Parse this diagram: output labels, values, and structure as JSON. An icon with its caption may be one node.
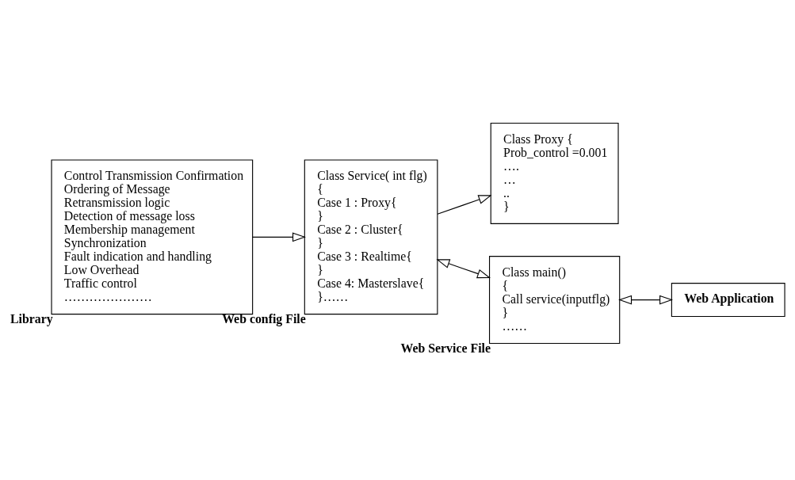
{
  "diagram": {
    "nodes": [
      {
        "text": [
          "Control Transmission Confirmation",
          "Ordering of Message",
          "Retransmission logic",
          "Detection of message loss",
          "Membership management",
          "Synchronization",
          "Fault indication and handling",
          "Low Overhead",
          "Traffic control",
          "…………………"
        ],
        "beside": [
          "Library"
        ]
      },
      {
        "text": [
          "Class Service( int flg)",
          "{",
          "Case 1 : Proxy{",
          "}",
          "Case 2 : Cluster{",
          "}",
          "Case 3 : Realtime{",
          "}",
          "Case 4: Masterslave{",
          "}……"
        ],
        "beside": [
          "Web config File"
        ]
      },
      {
        "text": [
          "Class Proxy {",
          "Prob_control =0.001",
          "….",
          "…",
          "..",
          "}"
        ]
      },
      {
        "text": [
          "Class main()",
          "{",
          "Call service(inputflg)",
          "}",
          "……"
        ],
        "beside": [
          "Web Service File"
        ]
      },
      {
        "text": [
          "Web Application"
        ]
      }
    ],
    "edges": [
      {
        "from": 0,
        "to": 1,
        "arrow": "to"
      },
      {
        "from": 1,
        "to": 2,
        "arrow": "to"
      },
      {
        "from": 1,
        "to": 3,
        "arrow": "both"
      },
      {
        "from": 3,
        "to": 4,
        "arrow": "both"
      }
    ]
  }
}
